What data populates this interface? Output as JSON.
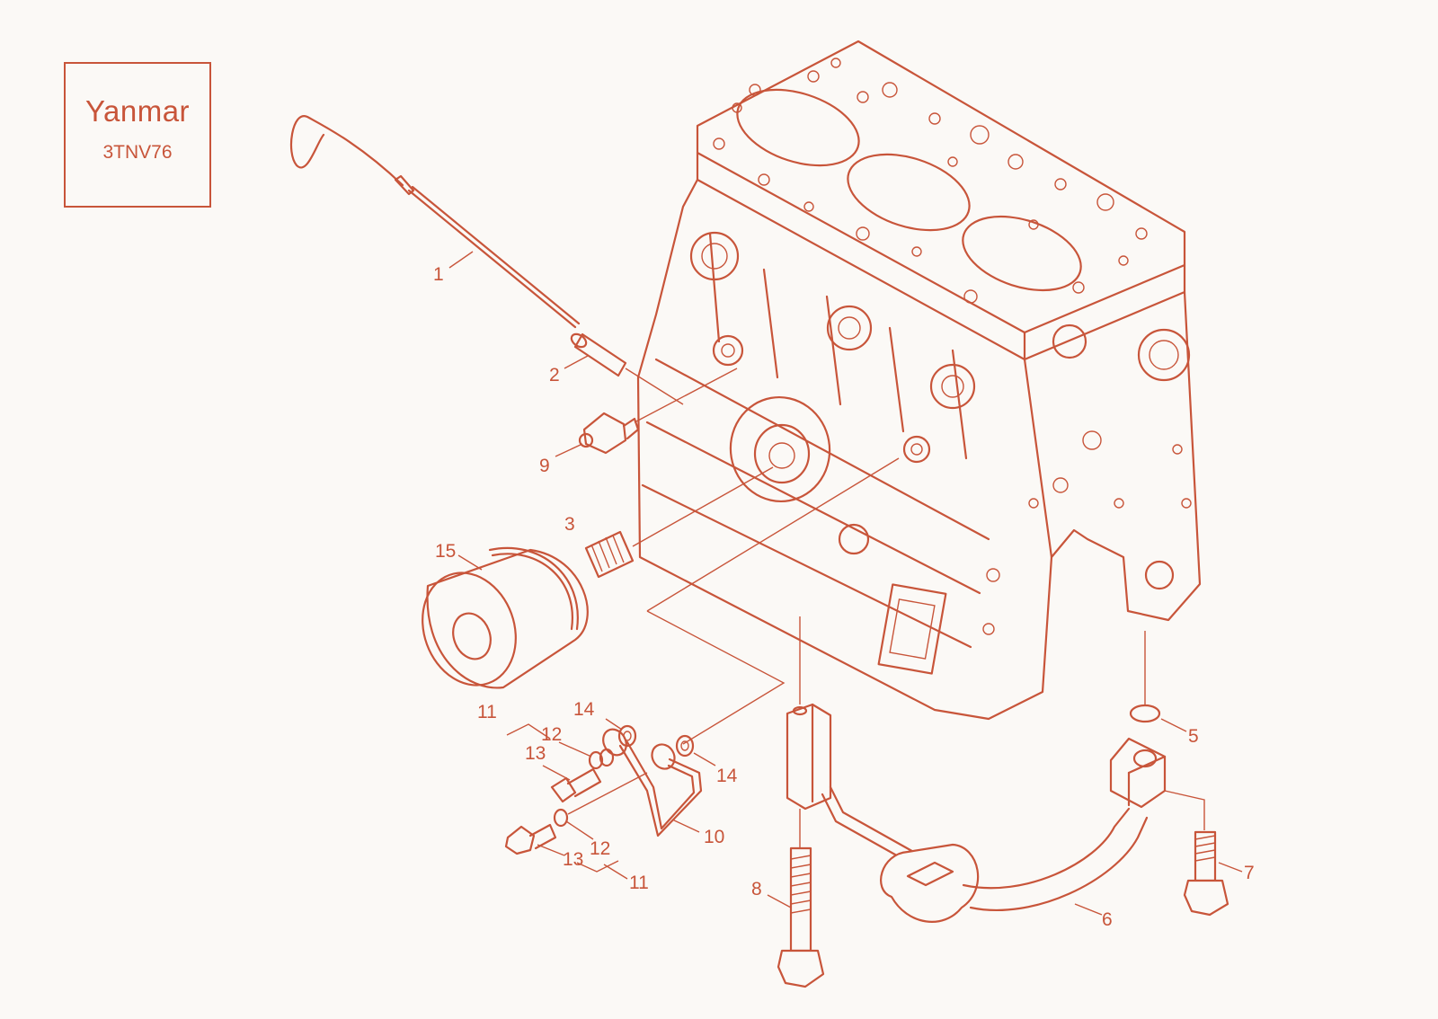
{
  "title": {
    "make": "Yanmar",
    "model": "3TNV76"
  },
  "colors": {
    "line": "#c8553a",
    "background": "#fbf9f6"
  },
  "callouts": {
    "c1": "1",
    "c2": "2",
    "c3": "3",
    "c5": "5",
    "c6": "6",
    "c7": "7",
    "c8": "8",
    "c9": "9",
    "c10": "10",
    "c11a": "11",
    "c11b": "11",
    "c12a": "12",
    "c12b": "12",
    "c13a": "13",
    "c13b": "13",
    "c14a": "14",
    "c14b": "14",
    "c15": "15"
  }
}
